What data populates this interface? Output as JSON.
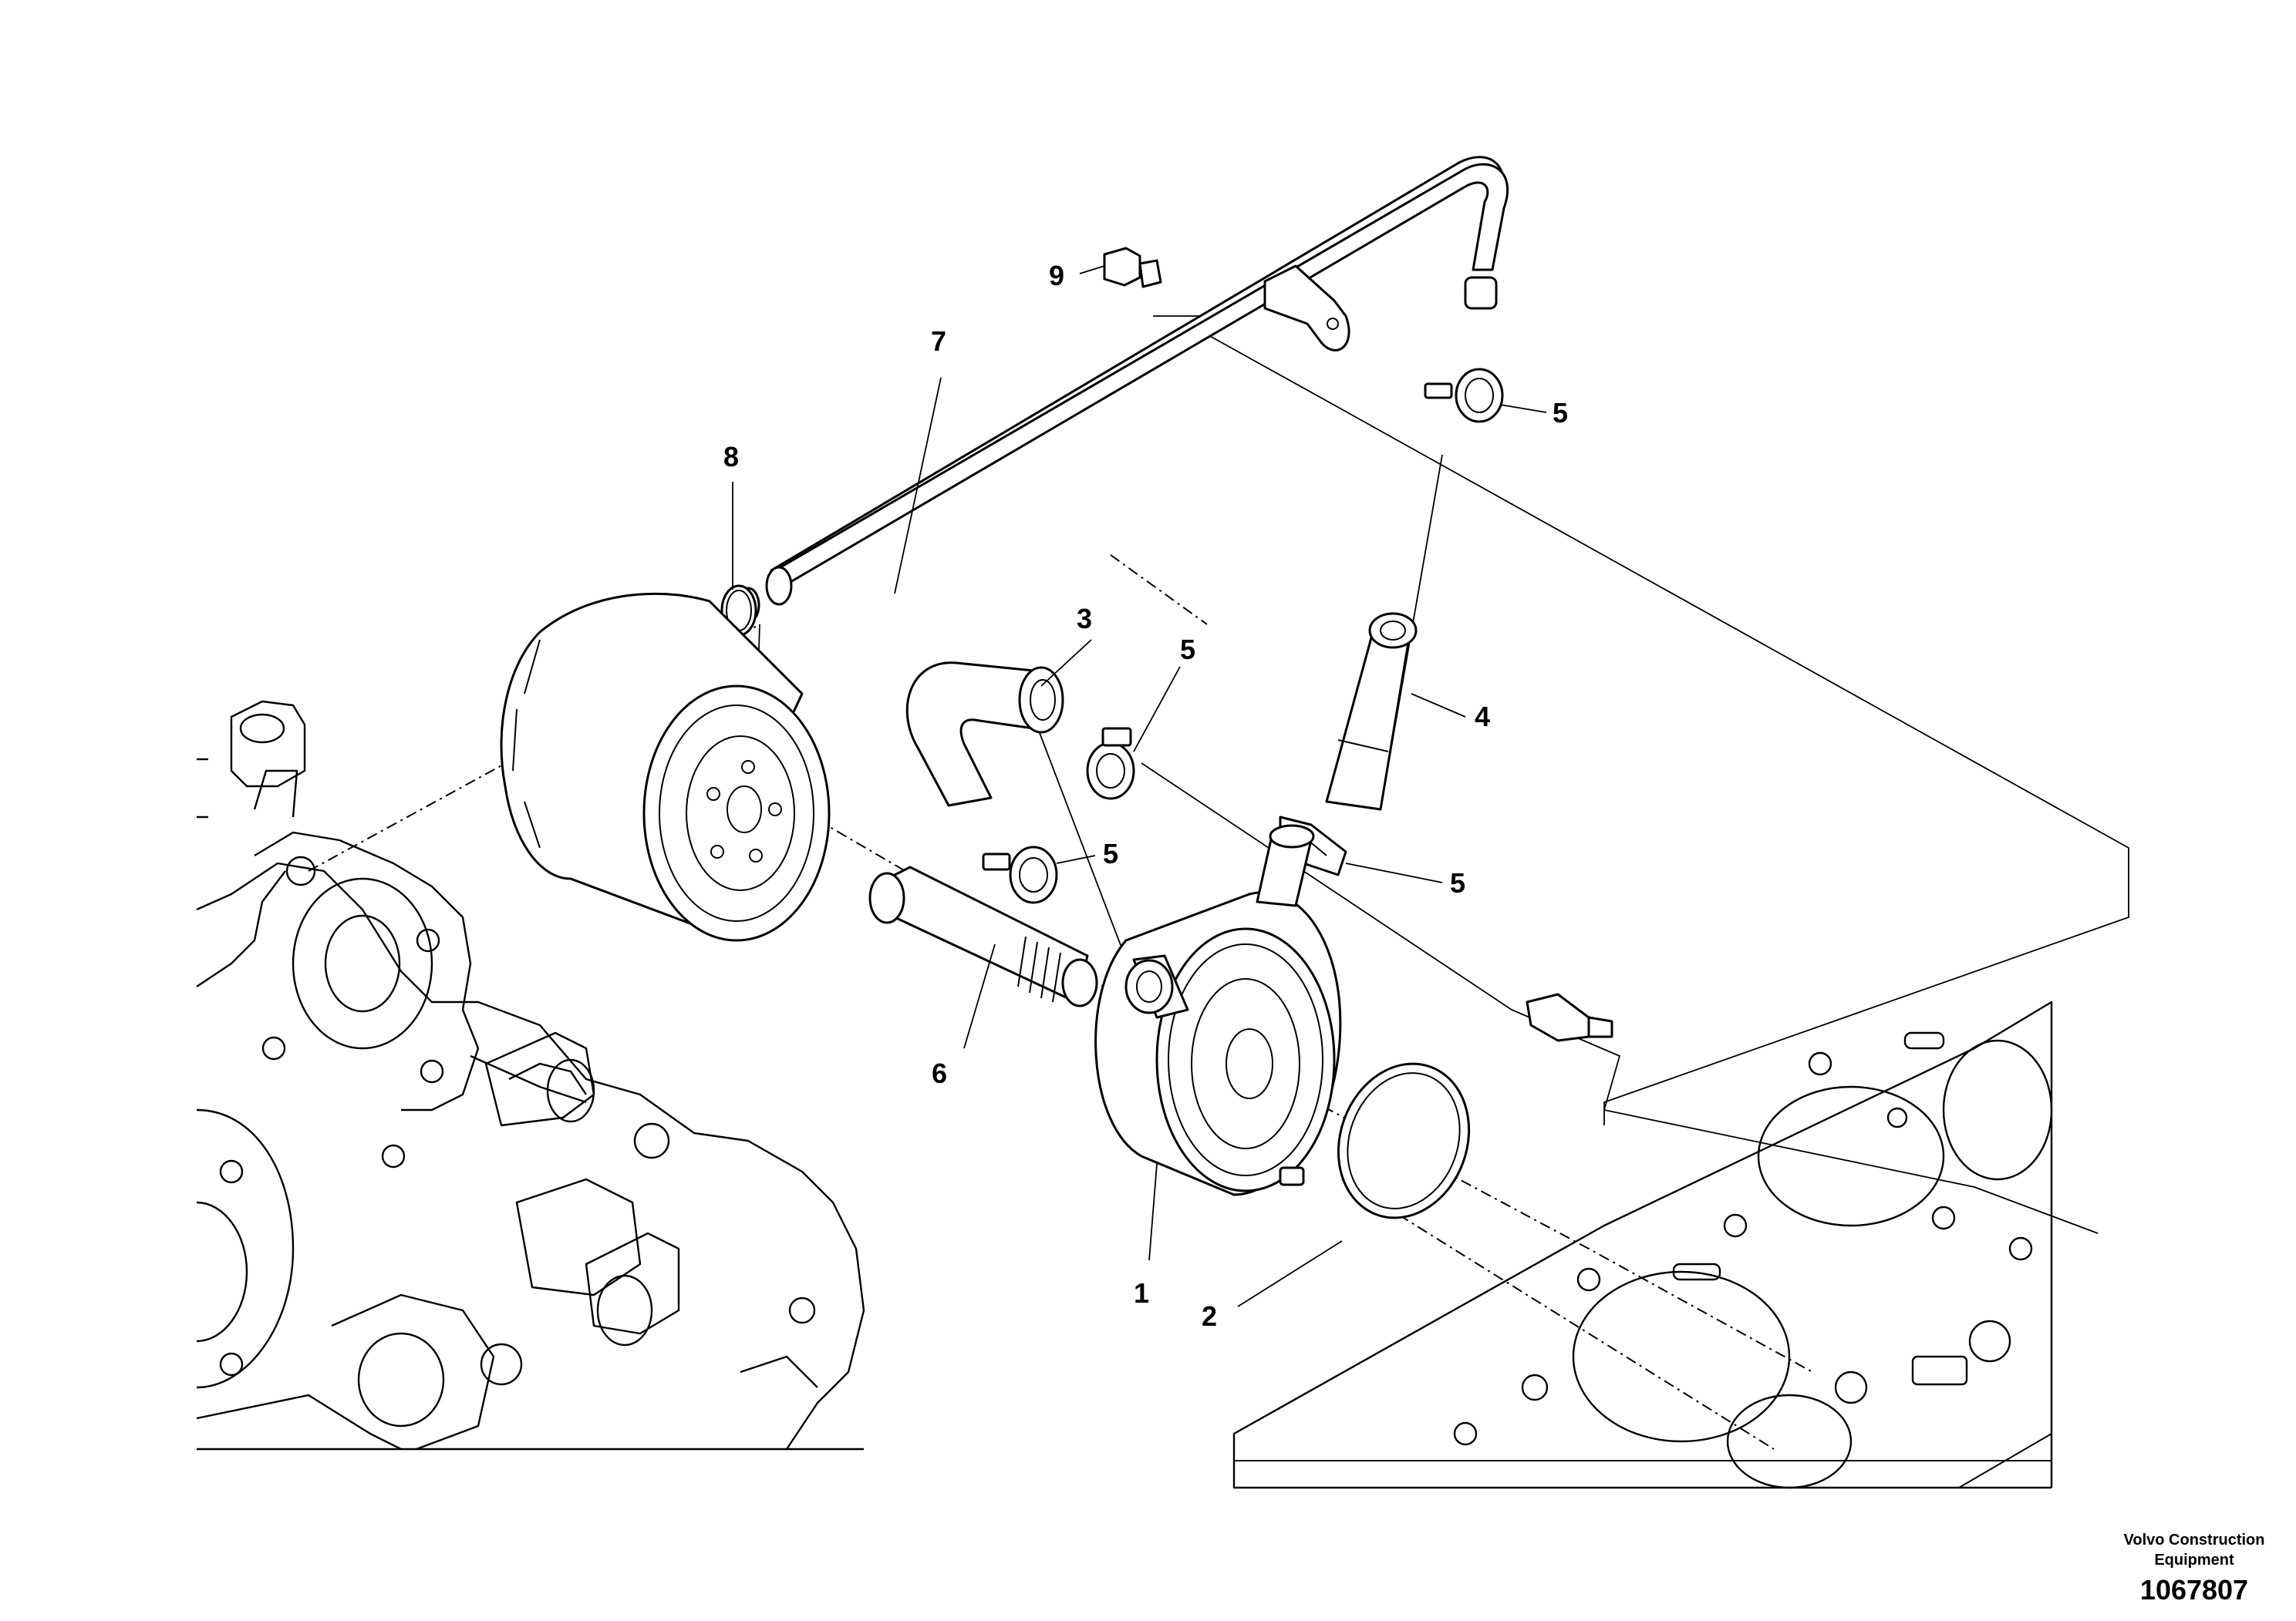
{
  "callouts": {
    "c1": "1",
    "c2": "2",
    "c3": "3",
    "c4": "4",
    "c5a": "5",
    "c5b": "5",
    "c5c": "5",
    "c5d": "5",
    "c6": "6",
    "c7": "7",
    "c8": "8",
    "c9": "9"
  },
  "footer": {
    "brand_line1": "Volvo Construction",
    "brand_line2": "Equipment",
    "drawing_number": "1067807"
  }
}
